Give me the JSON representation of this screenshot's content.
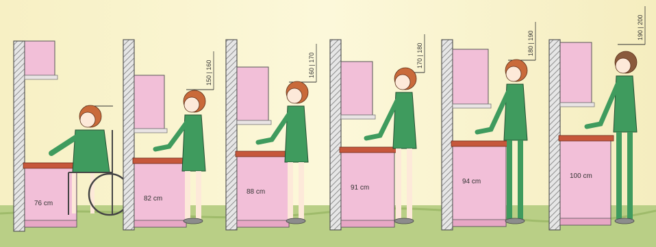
{
  "panels": [
    {
      "counter_label": "76 cm",
      "height_label": ""
    },
    {
      "counter_label": "82 cm",
      "height_label": "150 | 160"
    },
    {
      "counter_label": "88 cm",
      "height_label": "160 | 170"
    },
    {
      "counter_label": "91 cm",
      "height_label": "170 | 180"
    },
    {
      "counter_label": "94 cm",
      "height_label": "180 | 190"
    },
    {
      "counter_label": "100 cm",
      "height_label": "190 | 200"
    }
  ],
  "colors": {
    "background": "#fbf6d3",
    "floor": "#b9cf86",
    "wall_hatch": "#b9b9b9",
    "cabinet": "#f2bfd8",
    "counter_top": "#c6573b",
    "person_clothes": "#3f9b5e",
    "hair": "#c96a3a"
  }
}
